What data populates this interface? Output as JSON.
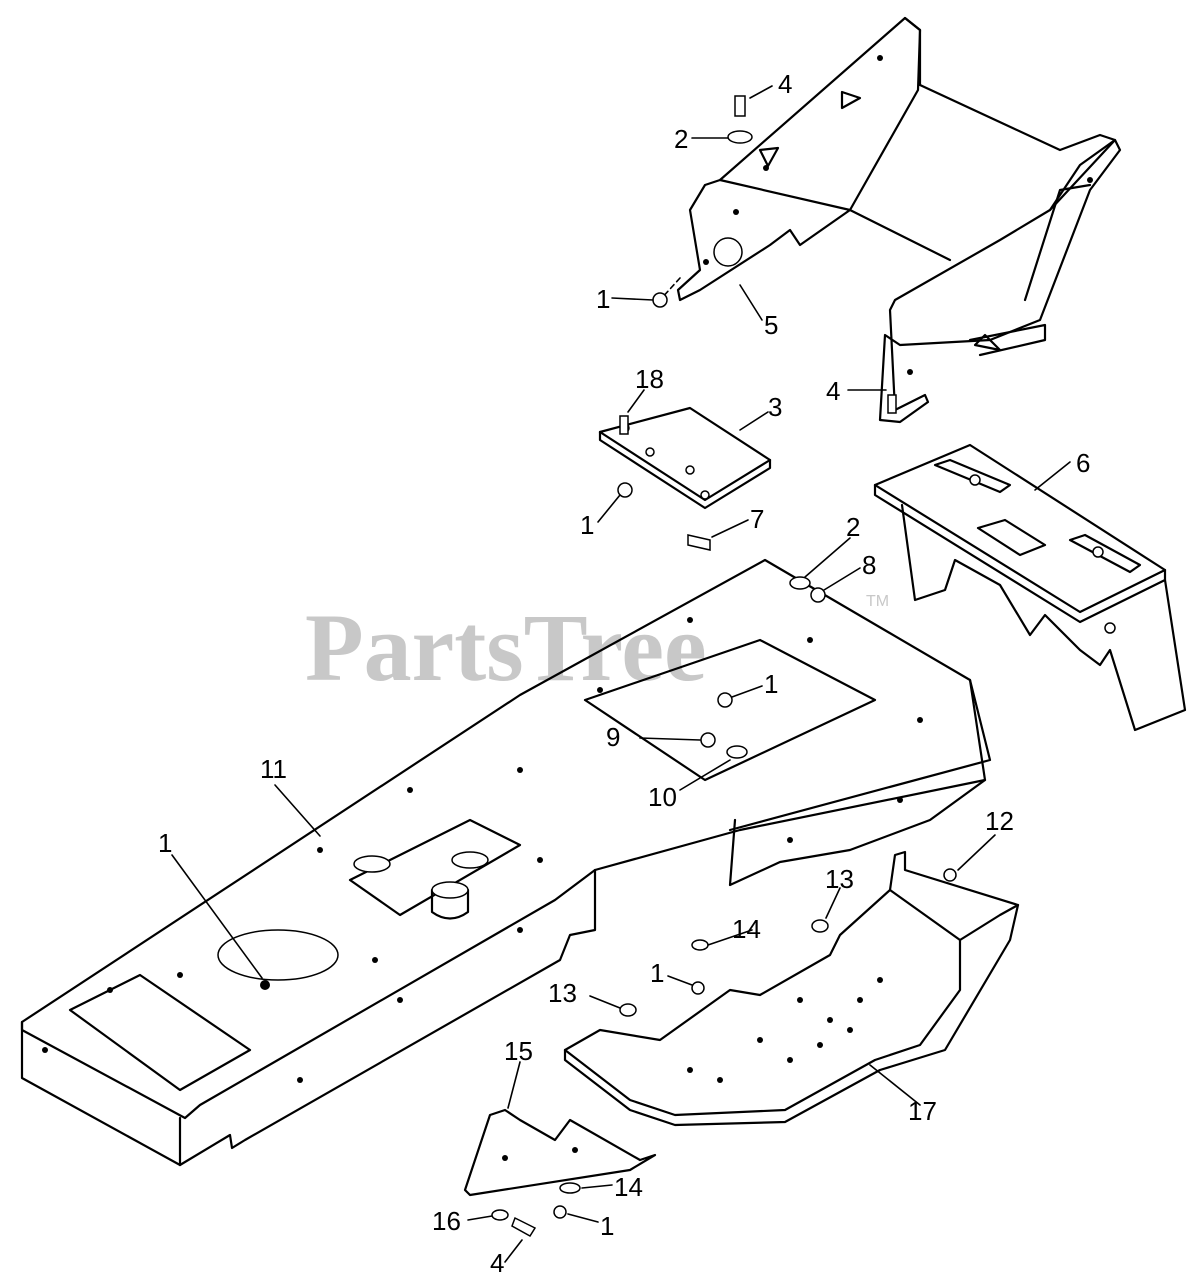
{
  "watermark": {
    "brand": "PartsTree",
    "mark": "TM"
  },
  "callouts": [
    {
      "id": "c-4-top",
      "text": "4"
    },
    {
      "id": "c-2-top",
      "text": "2"
    },
    {
      "id": "c-1-top",
      "text": "1"
    },
    {
      "id": "c-5",
      "text": "5"
    },
    {
      "id": "c-4-right",
      "text": "4"
    },
    {
      "id": "c-18",
      "text": "18"
    },
    {
      "id": "c-3",
      "text": "3"
    },
    {
      "id": "c-1-plate",
      "text": "1"
    },
    {
      "id": "c-7",
      "text": "7"
    },
    {
      "id": "c-2-mid",
      "text": "2"
    },
    {
      "id": "c-8",
      "text": "8"
    },
    {
      "id": "c-6",
      "text": "6"
    },
    {
      "id": "c-1-frame",
      "text": "1"
    },
    {
      "id": "c-9",
      "text": "9"
    },
    {
      "id": "c-10",
      "text": "10"
    },
    {
      "id": "c-11",
      "text": "11"
    },
    {
      "id": "c-1-left",
      "text": "1"
    },
    {
      "id": "c-12",
      "text": "12"
    },
    {
      "id": "c-13-right",
      "text": "13"
    },
    {
      "id": "c-14-mid",
      "text": "14"
    },
    {
      "id": "c-1-bolt",
      "text": "1"
    },
    {
      "id": "c-13-left",
      "text": "13"
    },
    {
      "id": "c-15",
      "text": "15"
    },
    {
      "id": "c-17",
      "text": "17"
    },
    {
      "id": "c-14-low",
      "text": "14"
    },
    {
      "id": "c-16",
      "text": "16"
    },
    {
      "id": "c-1-low",
      "text": "1"
    },
    {
      "id": "c-4-low",
      "text": "4"
    }
  ]
}
